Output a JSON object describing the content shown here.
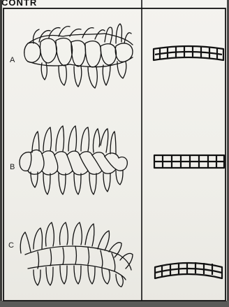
{
  "header": {
    "cut_text": "CONTR"
  },
  "figure": {
    "rows": [
      {
        "label": "A",
        "arch": "curved-down"
      },
      {
        "label": "B",
        "arch": "straight"
      },
      {
        "label": "C",
        "arch": "curved-up"
      }
    ]
  }
}
